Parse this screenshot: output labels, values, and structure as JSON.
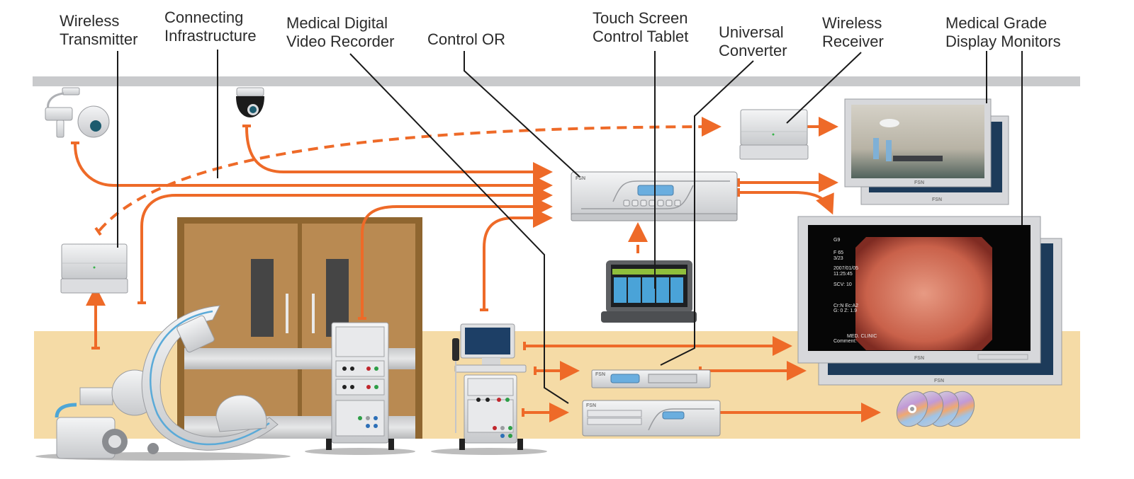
{
  "diagram": {
    "title": "Operating room video integration",
    "colors": {
      "signal": "#ee6a28",
      "floor": "#f5dba6",
      "ceiling": "#c9cacc",
      "door": "#b98a52",
      "door_frame": "#8f6630",
      "device": "#e3e4e6",
      "leader": "#1a1a1a"
    },
    "labels": [
      {
        "id": "wireless-transmitter",
        "lines": [
          "Wireless",
          "Transmitter"
        ]
      },
      {
        "id": "connecting-infrastructure",
        "lines": [
          "Connecting",
          "Infrastructure"
        ]
      },
      {
        "id": "medical-digital-video-recorder",
        "lines": [
          "Medical Digital",
          "Video Recorder"
        ]
      },
      {
        "id": "control-or",
        "lines": [
          "Control OR"
        ]
      },
      {
        "id": "touch-screen-control-tablet",
        "lines": [
          "Touch Screen",
          "Control Tablet"
        ]
      },
      {
        "id": "universal-converter",
        "lines": [
          "Universal",
          "Converter"
        ]
      },
      {
        "id": "wireless-receiver",
        "lines": [
          "Wireless",
          "Receiver"
        ]
      },
      {
        "id": "medical-grade-display-monitors",
        "lines": [
          "Medical Grade",
          "Display Monitors"
        ]
      }
    ],
    "brand_mark": "FSN",
    "endoscopy_overlay": {
      "lines": [
        "G9",
        "F  65",
        "    3/23",
        "2007/01/05",
        "11:25:45",
        "SCV: 10",
        "Cr:N Ec:A2",
        "G: 0 Z: 1.9",
        "MED.  CLINIC",
        "Comment:"
      ]
    }
  }
}
